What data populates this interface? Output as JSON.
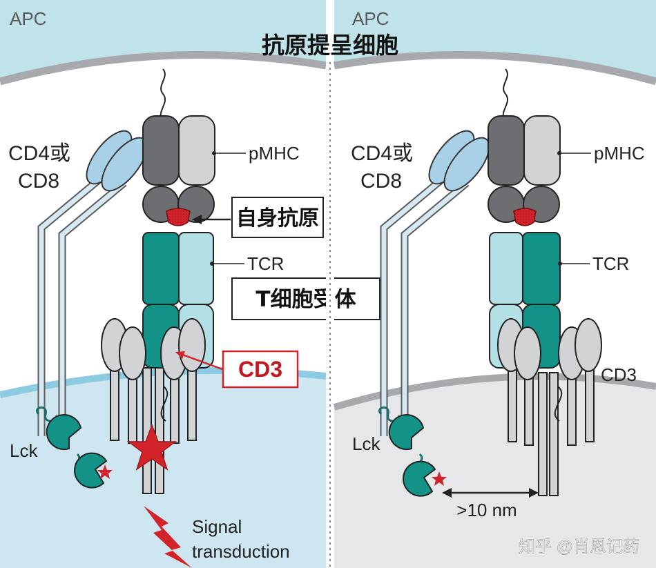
{
  "title": "抗原提呈细胞",
  "left_panel": {
    "apc_label": "APC",
    "coreceptor_label_line1": "CD4或",
    "coreceptor_label_line2": "CD8",
    "pmhc_label": "pMHC",
    "antigen_label": "自身抗原",
    "tcr_label": "TCR",
    "tcr_box_label": "T细胞受体",
    "cd3_label": "CD3",
    "lck_label": "Lck",
    "signal_line1": "Signal",
    "signal_line2": "transduction"
  },
  "right_panel": {
    "apc_label": "APC",
    "coreceptor_label_line1": "CD4或",
    "coreceptor_label_line2": "CD8",
    "pmhc_label": "pMHC",
    "tcr_label": "TCR",
    "cd3_label": "CD3",
    "lck_label": "Lck",
    "distance_label": ">10 nm"
  },
  "watermark": "知乎 @肖恩记药",
  "colors": {
    "apc_fill": "#bfe3e8",
    "membrane_gray": "#a7a9ac",
    "tcell_active_fill": "#cde6f0",
    "tcell_active_membrane": "#8ccbe2",
    "tcell_rest_fill": "#e6e7e8",
    "teal_dark": "#139287",
    "teal_light": "#b2e0e4",
    "mhc_dark": "#6d6e71",
    "mhc_light": "#d1d3d4",
    "cd4_blue": "#a8d0e6",
    "antigen_red": "#d2232a",
    "star_red": "#d2232a"
  },
  "icons": [
    "signal-lightning-icon",
    "active-star-icon",
    "phospho-star-icon",
    "double-arrow-icon"
  ]
}
